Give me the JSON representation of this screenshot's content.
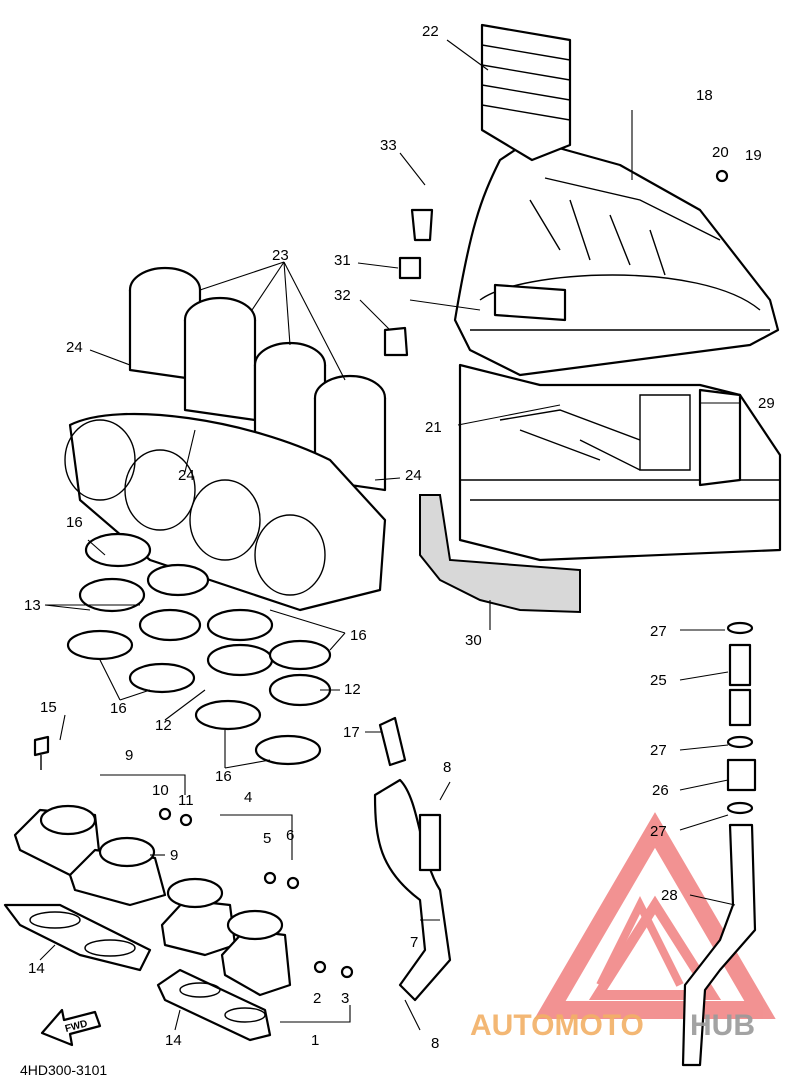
{
  "labels": {
    "l1": "1",
    "l2": "2",
    "l3": "3",
    "l4": "4",
    "l5": "5",
    "l6": "6",
    "l7": "7",
    "l8a": "8",
    "l8b": "8",
    "l9a": "9",
    "l9b": "9",
    "l10": "10",
    "l11": "11",
    "l12a": "12",
    "l12b": "12",
    "l13": "13",
    "l14a": "14",
    "l14b": "14",
    "l15": "15",
    "l16a": "16",
    "l16b": "16",
    "l16c": "16",
    "l16d": "16",
    "l17": "17",
    "l18": "18",
    "l19": "19",
    "l20": "20",
    "l21": "21",
    "l22": "22",
    "l23": "23",
    "l24a": "24",
    "l24b": "24",
    "l24c": "24",
    "l25": "25",
    "l26": "26",
    "l27a": "27",
    "l27b": "27",
    "l27c": "27",
    "l28": "28",
    "l29": "29",
    "l30": "30",
    "l31": "31",
    "l32": "32",
    "l33": "33"
  },
  "fwd_arrow": "FWD",
  "diagram_code": "4HD300-3101",
  "watermark": {
    "text_auto": "AUTOMOTO",
    "text_hub": "HUB",
    "color_orange": "#f2b066",
    "color_gray": "#9a9a9a",
    "logo_color": "#f08080"
  }
}
